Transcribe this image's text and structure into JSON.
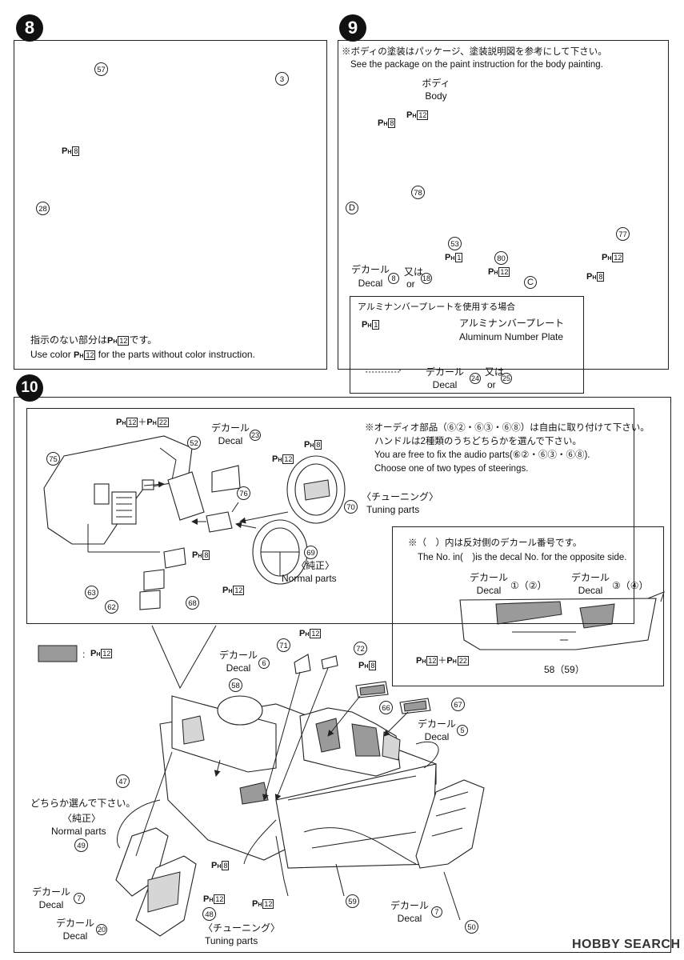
{
  "steps": {
    "s8": {
      "number": "8"
    },
    "s9": {
      "number": "9"
    },
    "s10": {
      "number": "10"
    }
  },
  "step8": {
    "part_57": "57",
    "part_3": "3",
    "part_28": "28",
    "color_code_57": "8",
    "note_jp": "指示のない部分は",
    "note_jp_tail": "です。",
    "note_jp_code": "12",
    "note_en_a": "Use color",
    "note_en_code": "12",
    "note_en_b": "for the parts without color instruction."
  },
  "step9": {
    "note_jp": "※ボディの塗装はパッケージ、塗装説明図を参考にして下さい。",
    "note_en": "See the package on the paint instruction for the body painting.",
    "body_jp": "ボディ",
    "body_en": "Body",
    "code_a": "8",
    "code_b": "12",
    "part_78": "78",
    "letter_d": "D",
    "part_53": "53",
    "code_53": "1",
    "part_80": "80",
    "code_80": "12",
    "part_77": "77",
    "code_77a": "12",
    "code_77b": "8",
    "letter_c": "C",
    "decal_jp": "デカール",
    "decal_en": "Decal",
    "decal_a": "8",
    "or_jp": "又は",
    "or_en": "or",
    "decal_b": "18",
    "sub_title": "アルミナンバープレートを使用する場合",
    "sub_code": "1",
    "plate_jp": "アルミナンバープレート",
    "plate_en": "Aluminum Number Plate",
    "sub_decal_jp": "デカール",
    "sub_decal_en": "Decal",
    "sub_decal_a": "24",
    "sub_or_jp": "又は",
    "sub_or_en": "or",
    "sub_decal_b": "25"
  },
  "step10": {
    "top_code_a": "12",
    "top_plus": "＋",
    "top_code_b": "22",
    "decal_jp": "デカール",
    "decal_en": "Decal",
    "decal_23": "23",
    "part_75": "75",
    "part_52": "52",
    "part_76": "76",
    "code_8a": "8",
    "code_12a": "12",
    "code_8b": "8",
    "code_12b": "12",
    "code_8c": "8",
    "part_63": "63",
    "part_62": "62",
    "part_68": "68",
    "part_69": "69",
    "part_70": "70",
    "tuning_jp": "〈チューニング〉",
    "tuning_en": "Tuning parts",
    "normal_jp": "〈純正〉",
    "normal_en": "Normal parts",
    "note1_jp": "※オーディオ部品（⑥②・⑥③・⑥⑧）は自由に取り付けて下さい。",
    "note2_jp": "ハンドルは2種類のうちどちらかを選んで下さい。",
    "note3_en": "You are free to fix the audio parts(⑥②・⑥③・⑥⑧).",
    "note4_en": "Choose one of two types of steerings.",
    "door_note_jp": "※（　）内は反対側のデカール番号です。",
    "door_note_en": "The No. in(　)is the decal No. for the opposite side.",
    "door_decal_a": "①（②）",
    "door_decal_b": "③（④）",
    "door_code_a": "12",
    "door_code_b": "22",
    "door_part": "58（59）",
    "legend_sep": ":",
    "legend_code": "12",
    "part_71": "71",
    "part_72": "72",
    "code_71": "12",
    "code_72": "8",
    "decal_6": "6",
    "part_58": "58",
    "part_66": "66",
    "part_67": "67",
    "decal_5": "5",
    "part_47": "47",
    "choose_jp": "どちらか選んで下さい。",
    "part_49": "49",
    "decal_7a": "7",
    "decal_20": "20",
    "part_48": "48",
    "code_48": "12",
    "code_47": "8",
    "code_59": "12",
    "part_59": "59",
    "decal_7b": "7",
    "part_50": "50"
  },
  "watermark": "HOBBY SEARCH"
}
